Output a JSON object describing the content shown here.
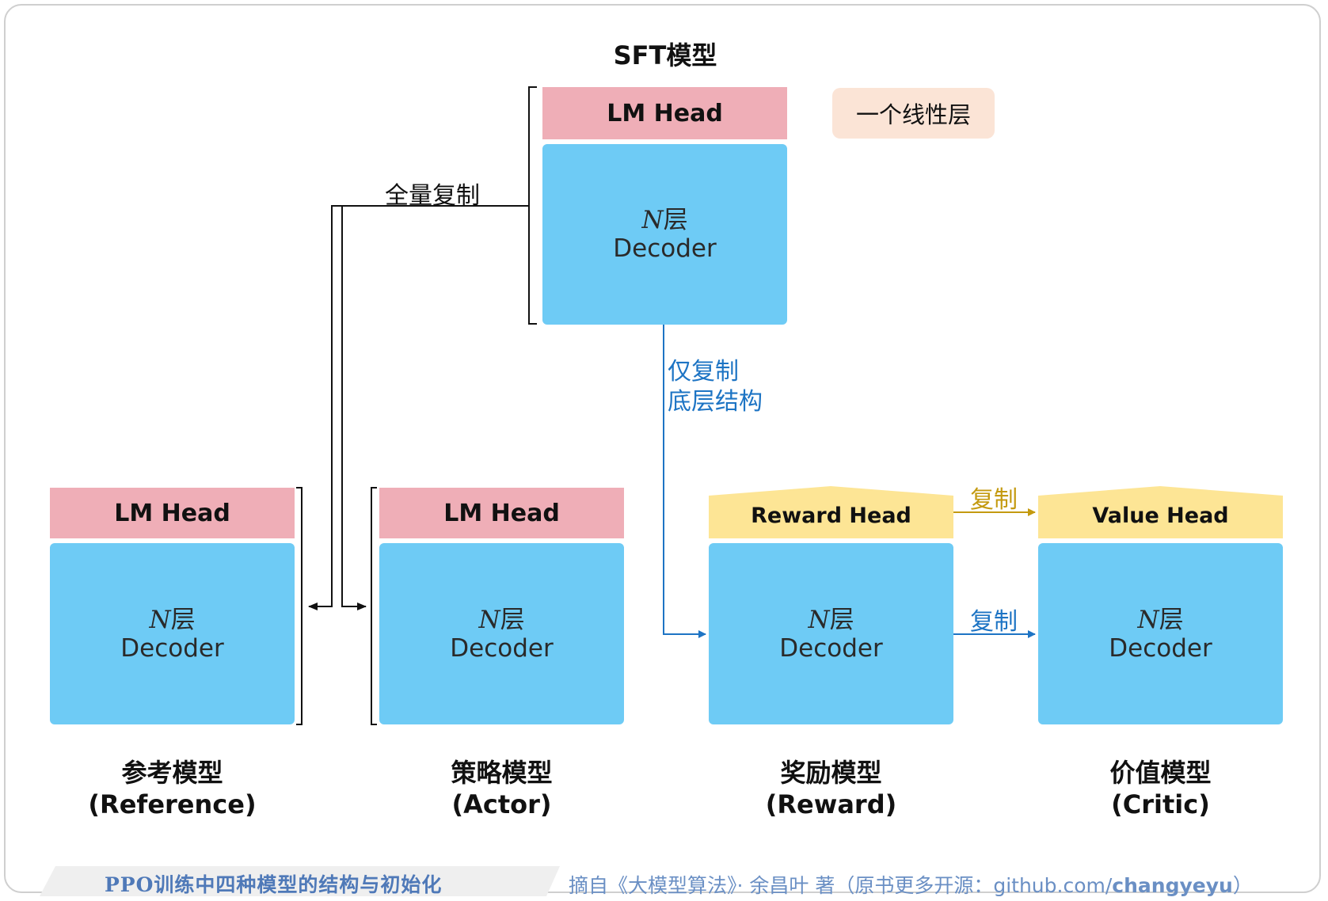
{
  "sft": {
    "title": "SFT模型",
    "lm_head": "LM Head",
    "decoder_n": "N",
    "decoder_layers": "层",
    "decoder_label": "Decoder",
    "note": "一个线性层"
  },
  "edges": {
    "full_copy": "全量复制",
    "struct_copy_line1": "仅复制",
    "struct_copy_line2": "底层结构",
    "copy_head": "复制",
    "copy_decoder": "复制"
  },
  "models": [
    {
      "head": "LM Head",
      "name": "参考模型",
      "name_en": "(Reference)"
    },
    {
      "head": "LM Head",
      "name": "策略模型",
      "name_en": "(Actor)"
    },
    {
      "head": "Reward Head",
      "name": "奖励模型",
      "name_en": "(Reward)"
    },
    {
      "head": "Value Head",
      "name": "价值模型",
      "name_en": "(Critic)"
    }
  ],
  "decoder": {
    "n": "N",
    "layers": "层",
    "label": "Decoder"
  },
  "footer": {
    "left": "PPO训练中四种模型的结构与初始化",
    "right_prefix": "摘自《大模型算法》· 余昌叶 著（原书更多开源：github.com/",
    "right_bold": "changyeyu",
    "right_suffix": "）"
  },
  "colors": {
    "lm_head": "#efaeb7",
    "decoder": "#6ecbf5",
    "yellow_head": "#fde595",
    "blue_arrow": "#1d74c4",
    "gold_arrow": "#c49a10",
    "note_bg": "#fbe4d6"
  }
}
